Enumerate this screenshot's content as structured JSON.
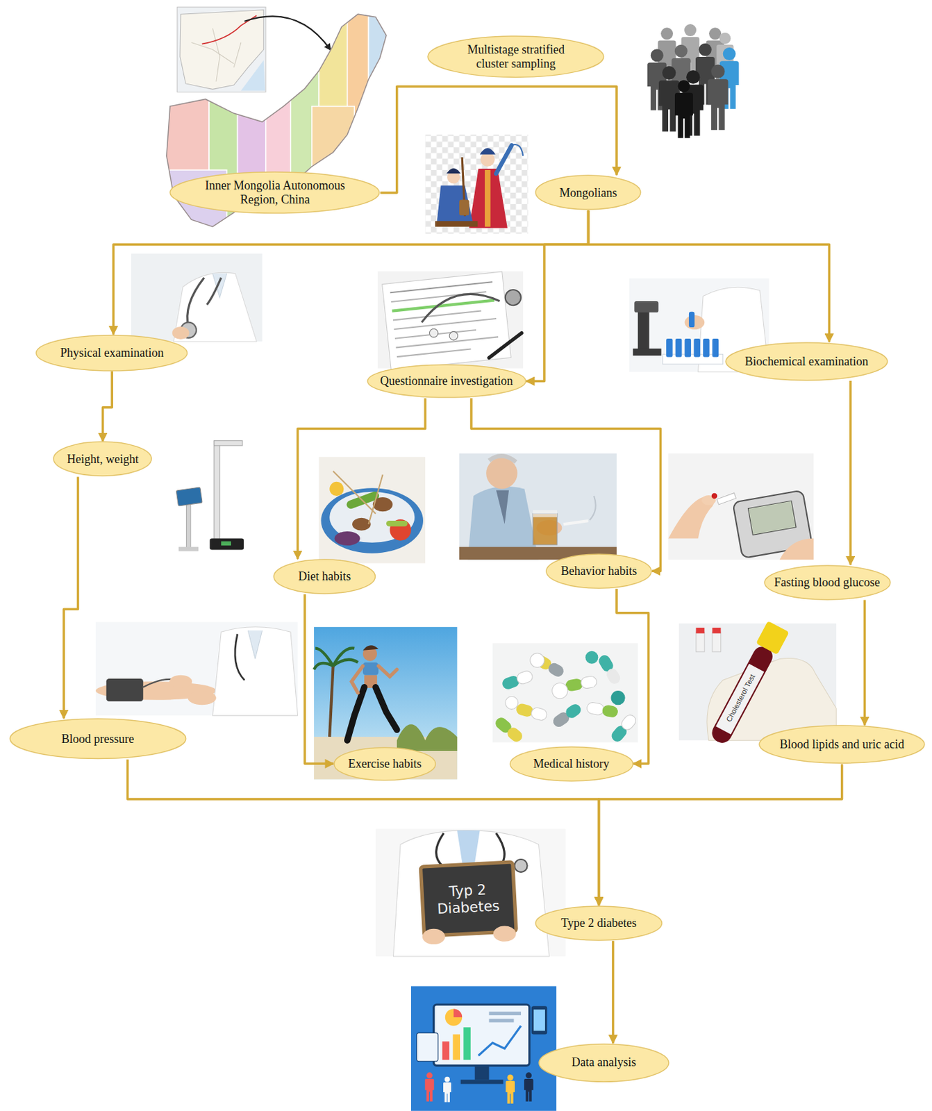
{
  "diagram": {
    "nodes": [
      {
        "text": [
          "Inner Mongolia Autonomous Region, China"
        ]
      },
      {
        "text": [
          "Multistage stratified cluster sampling"
        ]
      },
      {
        "text": [
          "Mongolians"
        ]
      },
      {
        "text": [
          "Physical examination"
        ]
      },
      {
        "text": [
          "Questionnaire investigation"
        ]
      },
      {
        "text": [
          "Biochemical examination"
        ]
      },
      {
        "text": [
          "Height, weight"
        ]
      },
      {
        "text": [
          "Diet habits"
        ]
      },
      {
        "text": [
          "Behavior habits"
        ]
      },
      {
        "text": [
          "Fasting blood glucose"
        ]
      },
      {
        "text": [
          "Blood pressure"
        ]
      },
      {
        "text": [
          "Exercise habits"
        ]
      },
      {
        "text": [
          "Medical history"
        ]
      },
      {
        "text": [
          "Blood lipids and uric acid"
        ]
      },
      {
        "text": [
          "Type 2 diabetes"
        ]
      },
      {
        "text": [
          "Data analysis"
        ]
      }
    ],
    "edges": [
      {
        "from": 0,
        "to": 2,
        "arrow": "to"
      },
      {
        "from": 2,
        "to": 3,
        "arrow": "to"
      },
      {
        "from": 2,
        "to": 4,
        "arrow": "to"
      },
      {
        "from": 2,
        "to": 5,
        "arrow": "to"
      },
      {
        "from": 3,
        "to": 6,
        "arrow": "to"
      },
      {
        "from": 6,
        "to": 10,
        "arrow": "to"
      },
      {
        "from": 4,
        "to": 7,
        "arrow": "to"
      },
      {
        "from": 4,
        "to": 8,
        "arrow": "to"
      },
      {
        "from": 5,
        "to": 9,
        "arrow": "to"
      },
      {
        "from": 7,
        "to": 11,
        "arrow": "to"
      },
      {
        "from": 8,
        "to": 12,
        "arrow": "to"
      },
      {
        "from": 9,
        "to": 13,
        "arrow": "to"
      },
      {
        "from": 10,
        "to": 14,
        "arrow": "to"
      },
      {
        "from": 13,
        "to": 14,
        "arrow": "to"
      },
      {
        "from": 14,
        "to": 15,
        "arrow": "to"
      }
    ],
    "labels": [
      "Typ 2 Diabetes",
      "Cholesterol Test"
    ]
  }
}
